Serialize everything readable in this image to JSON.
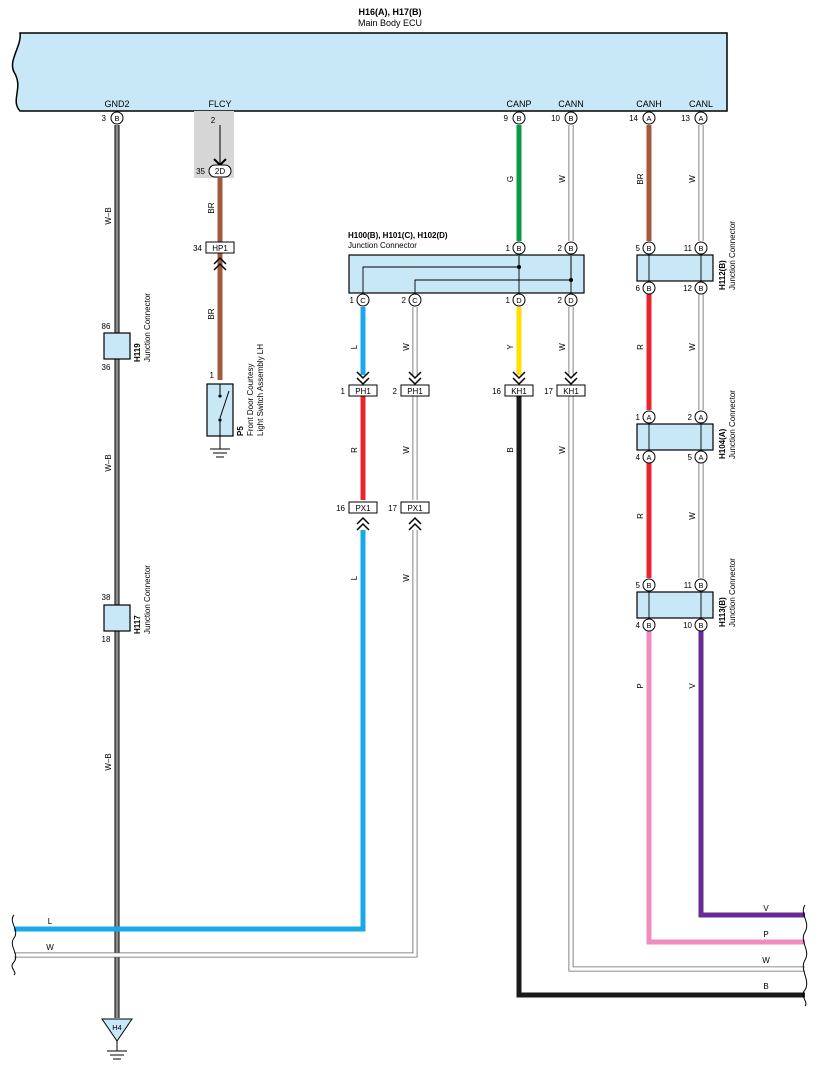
{
  "ecu": {
    "title": "H16(A), H17(B)",
    "subtitle": "Main Body ECU",
    "terminals": [
      {
        "name": "GND2",
        "num": "3",
        "letter": "B"
      },
      {
        "name": "FLCY",
        "num": "2",
        "letter": ""
      },
      {
        "name": "CANP",
        "num": "9",
        "letter": "B"
      },
      {
        "name": "CANN",
        "num": "10",
        "letter": "B"
      },
      {
        "name": "CANH",
        "num": "14",
        "letter": "A"
      },
      {
        "name": "CANL",
        "num": "13",
        "letter": "A"
      }
    ]
  },
  "junctions": {
    "h100": {
      "title": "H100(B), H101(C), H102(D)",
      "subtitle": "Junction Connector",
      "top": [
        {
          "num": "1",
          "letter": "B"
        },
        {
          "num": "2",
          "letter": "B"
        }
      ],
      "bottom": [
        {
          "num": "1",
          "letter": "C"
        },
        {
          "num": "2",
          "letter": "C"
        },
        {
          "num": "1",
          "letter": "D"
        },
        {
          "num": "2",
          "letter": "D"
        }
      ]
    },
    "h112": {
      "title": "H112(B)",
      "subtitle": "Junction Connector",
      "top": [
        {
          "num": "5",
          "letter": "B"
        },
        {
          "num": "11",
          "letter": "B"
        }
      ],
      "bottom": [
        {
          "num": "6",
          "letter": "B"
        },
        {
          "num": "12",
          "letter": "B"
        }
      ]
    },
    "h104": {
      "title": "H104(A)",
      "subtitle": "Junction Connector",
      "top": [
        {
          "num": "1",
          "letter": "A"
        },
        {
          "num": "2",
          "letter": "A"
        }
      ],
      "bottom": [
        {
          "num": "4",
          "letter": "A"
        },
        {
          "num": "5",
          "letter": "A"
        }
      ]
    },
    "h113": {
      "title": "H113(B)",
      "subtitle": "Junction Connector",
      "top": [
        {
          "num": "5",
          "letter": "B"
        },
        {
          "num": "11",
          "letter": "B"
        }
      ],
      "bottom": [
        {
          "num": "4",
          "letter": "B"
        },
        {
          "num": "10",
          "letter": "B"
        }
      ]
    },
    "h119": {
      "title": "H119",
      "subtitle": "Junction Connector",
      "top": "86",
      "bottom": "36"
    },
    "h117": {
      "title": "H117",
      "subtitle": "Junction Connector",
      "top": "38",
      "bottom": "18"
    }
  },
  "inline_connectors": {
    "c2d": {
      "num": "35",
      "code": "2D"
    },
    "hp1": {
      "num": "34",
      "code": "HP1"
    },
    "ph1_a": {
      "num": "1",
      "code": "PH1"
    },
    "ph1_b": {
      "num": "2",
      "code": "PH1"
    },
    "kh1_a": {
      "num": "16",
      "code": "KH1"
    },
    "kh1_b": {
      "num": "17",
      "code": "KH1"
    },
    "px1_a": {
      "num": "16",
      "code": "PX1"
    },
    "px1_b": {
      "num": "17",
      "code": "PX1"
    }
  },
  "switch": {
    "id": "P5",
    "name_line1": "Front Door Courtesy",
    "name_line2": "Light Switch Assembly LH",
    "pin": "1"
  },
  "ground": {
    "id": "H4"
  },
  "wire_colors": {
    "gnd_1": "W–B",
    "gnd_2": "W–B",
    "gnd_3": "W–B",
    "flcy_1": "BR",
    "flcy_2": "BR",
    "canp_1": "G",
    "canp_2": "Y",
    "canp_3": "B",
    "cann_1": "W",
    "cann_2": "W",
    "cann_3": "W",
    "canh_1": "BR",
    "canh_2": "R",
    "canh_3": "R",
    "canh_4": "P",
    "canl_1": "W",
    "canl_2": "W",
    "canl_3": "W",
    "canl_4": "V",
    "c1_1": "L",
    "c1_2": "R",
    "c1_3": "L",
    "c2_1": "W",
    "c2_2": "W",
    "c2_3": "W",
    "bus_v": "V",
    "bus_p": "P",
    "bus_w_right": "W",
    "bus_b": "B",
    "bus_l": "L",
    "bus_w_left": "W"
  },
  "colors": {
    "ecu_fill": "#c9e8f7",
    "brown": "#a45a3a",
    "green": "#0a9a4a",
    "yellow": "#ffe000",
    "black": "#1a1a1a",
    "red": "#e8242c",
    "blue": "#1aa8e8",
    "pink": "#f08cbf",
    "violet": "#6a2a96",
    "white_wire": "#ffffff",
    "shield_gray": "#d6d6d6"
  }
}
